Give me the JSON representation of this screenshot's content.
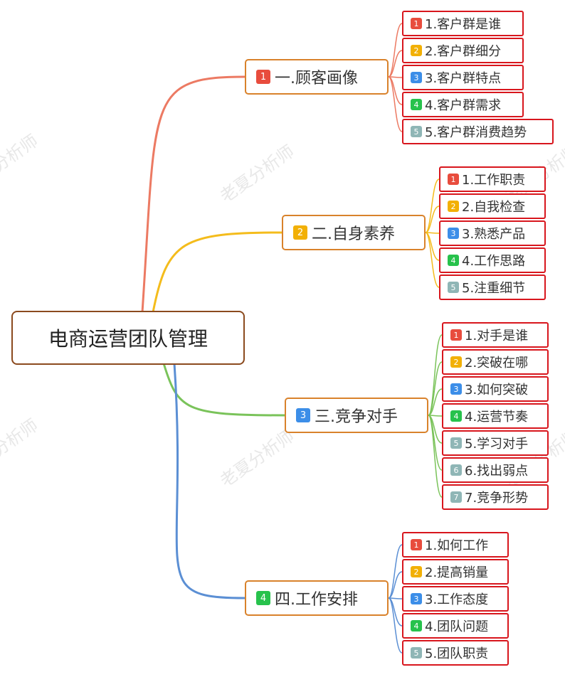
{
  "watermark": "老夏分析师",
  "badge_colors": {
    "1": "#e84c3d",
    "2": "#f2b005",
    "3": "#3c8ee8",
    "4": "#27c24c",
    "5": "#8fb6b6",
    "6": "#8fb6b6",
    "7": "#8fb6b6"
  },
  "root": {
    "title": "电商运营团队管理"
  },
  "branches": [
    {
      "num": "1",
      "label": "一.顾客画像",
      "color": "#ec7a63",
      "items": [
        {
          "num": "1",
          "label": "1.客户群是谁"
        },
        {
          "num": "2",
          "label": "2.客户群细分"
        },
        {
          "num": "3",
          "label": "3.客户群特点"
        },
        {
          "num": "4",
          "label": "4.客户群需求"
        },
        {
          "num": "5",
          "label": "5.客户群消费趋势"
        }
      ]
    },
    {
      "num": "2",
      "label": "二.自身素养",
      "color": "#f4bc1c",
      "items": [
        {
          "num": "1",
          "label": "1.工作职责"
        },
        {
          "num": "2",
          "label": "2.自我检查"
        },
        {
          "num": "3",
          "label": "3.熟悉产品"
        },
        {
          "num": "4",
          "label": "4.工作思路"
        },
        {
          "num": "5",
          "label": "5.注重细节"
        }
      ]
    },
    {
      "num": "3",
      "label": "三.竞争对手",
      "color": "#7ac35a",
      "items": [
        {
          "num": "1",
          "label": "1.对手是谁"
        },
        {
          "num": "2",
          "label": "2.突破在哪"
        },
        {
          "num": "3",
          "label": "3.如何突破"
        },
        {
          "num": "4",
          "label": "4.运营节奏"
        },
        {
          "num": "5",
          "label": "5.学习对手"
        },
        {
          "num": "6",
          "label": "6.找出弱点"
        },
        {
          "num": "7",
          "label": "7.竞争形势"
        }
      ]
    },
    {
      "num": "4",
      "label": "四.工作安排",
      "color": "#5b8fd4",
      "items": [
        {
          "num": "1",
          "label": "1.如何工作"
        },
        {
          "num": "2",
          "label": "2.提高销量"
        },
        {
          "num": "3",
          "label": "3.工作态度"
        },
        {
          "num": "4",
          "label": "4.团队问题"
        },
        {
          "num": "5",
          "label": "5.团队职责"
        }
      ]
    }
  ]
}
